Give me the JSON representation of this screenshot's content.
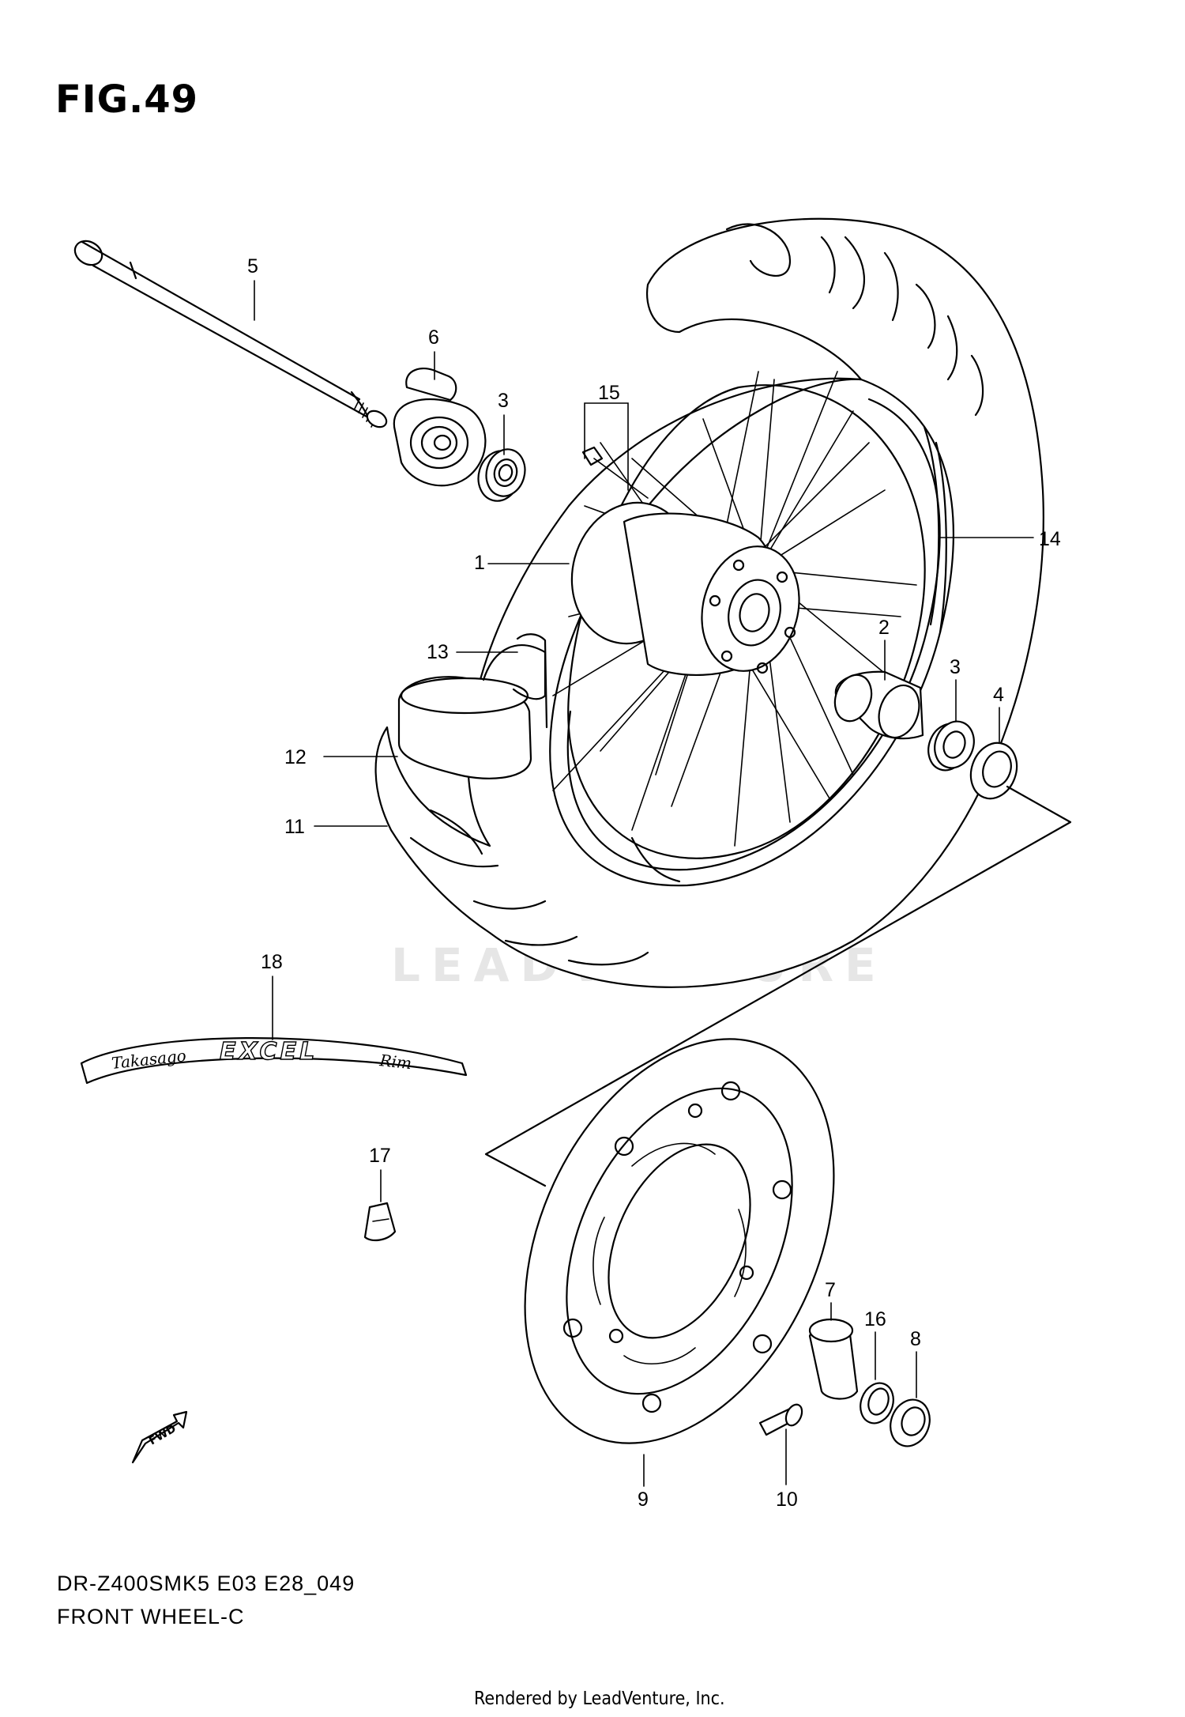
{
  "figure": {
    "title": "FIG.49",
    "model_code": "DR-Z400SMK5 E03 E28_049",
    "assembly_name": "FRONT WHEEL-C"
  },
  "credit": "Rendered by LeadVenture, Inc.",
  "watermark": "LEADVENTURE",
  "rim_decal": {
    "brand_script": "Takasago",
    "model_word": "EXCEL",
    "suffix_script": "Rim"
  },
  "direction_marker": {
    "label": "FWD",
    "icon": "arrow-icon"
  },
  "callouts": [
    {
      "id": "c1",
      "label": "1"
    },
    {
      "id": "c2",
      "label": "2"
    },
    {
      "id": "c3a",
      "label": "3"
    },
    {
      "id": "c3b",
      "label": "3"
    },
    {
      "id": "c4",
      "label": "4"
    },
    {
      "id": "c5",
      "label": "5"
    },
    {
      "id": "c6",
      "label": "6"
    },
    {
      "id": "c7",
      "label": "7"
    },
    {
      "id": "c8",
      "label": "8"
    },
    {
      "id": "c9",
      "label": "9"
    },
    {
      "id": "c10",
      "label": "10"
    },
    {
      "id": "c11",
      "label": "11"
    },
    {
      "id": "c12",
      "label": "12"
    },
    {
      "id": "c13",
      "label": "13"
    },
    {
      "id": "c14",
      "label": "14"
    },
    {
      "id": "c15",
      "label": "15"
    },
    {
      "id": "c16",
      "label": "16"
    },
    {
      "id": "c17",
      "label": "17"
    },
    {
      "id": "c18",
      "label": "18"
    }
  ]
}
